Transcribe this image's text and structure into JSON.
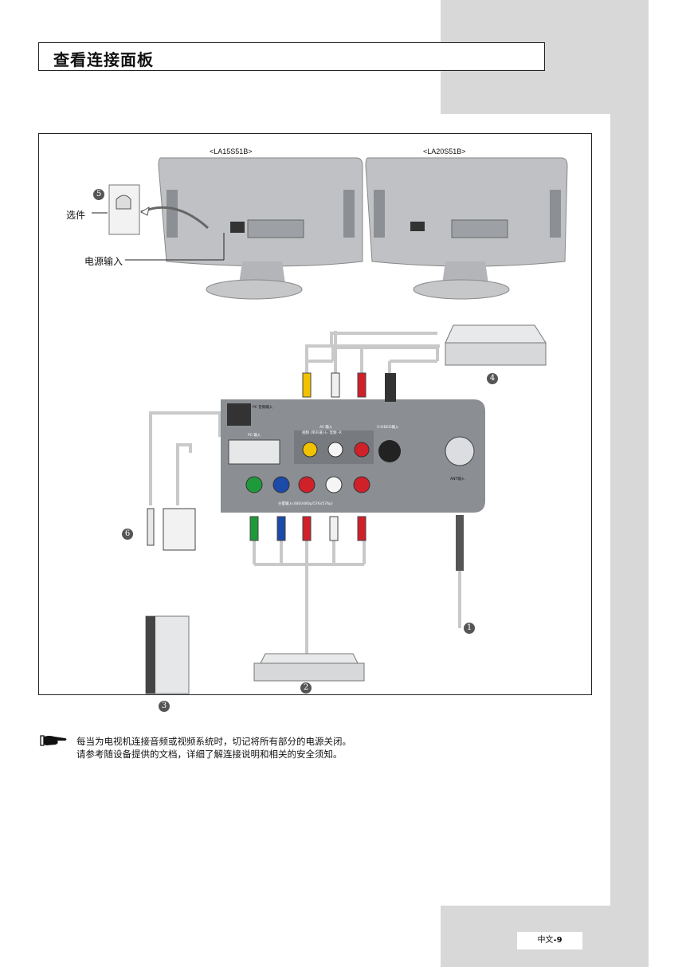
{
  "title": "查看连接面板",
  "figure": {
    "model_left": "<LA15S51B>",
    "model_right": "<LA20S51B>",
    "option_label": "选件",
    "power_label": "电源输入",
    "callouts": [
      "1",
      "2",
      "3",
      "4",
      "5",
      "6"
    ],
    "panel_labels": {
      "pc_audio": "PC\n音频输入",
      "pc_in": "PC 输入",
      "av_in": "AV 输入",
      "av_sub": "视频 (单声道)-L- 音频 -R",
      "svideo": "S-VIDEO输入",
      "ant": "ANT输入",
      "component": "分量输入(480i/480p/576i/576p)"
    }
  },
  "note": {
    "line1": "每当为电视机连接音频或视频系统时，切记将所有部分的电源关闭。",
    "line2": "请参考随设备提供的文档，详细了解连接说明和相关的安全须知。"
  },
  "page": {
    "prefix": "中文",
    "number": "-9"
  }
}
